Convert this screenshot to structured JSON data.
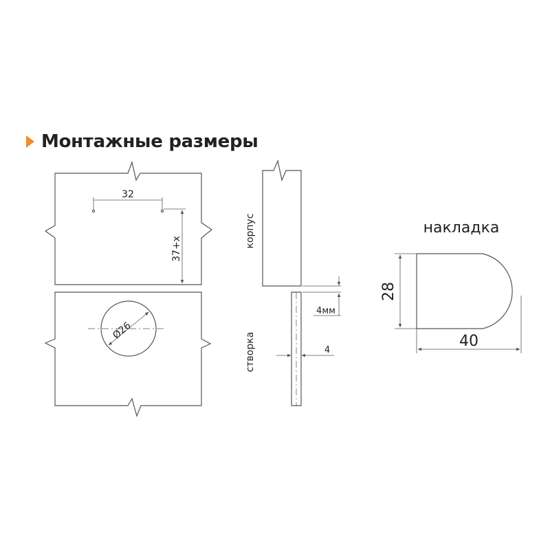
{
  "title": "Монтажные размеры",
  "colors": {
    "accent": "#f28c28",
    "line": "#555555",
    "text": "#222222"
  },
  "icons": {
    "title_marker": "orange-triangle-marker"
  },
  "drawing": {
    "dim_hole_spacing": "32",
    "dim_offset": "37+x",
    "dim_cup_diameter": "Ø26",
    "label_body": "корпус",
    "label_door": "створка",
    "dim_gap": "4мм",
    "dim_thickness": "4",
    "label_overlay": "накладка",
    "dim_height": "28",
    "dim_width": "40"
  }
}
